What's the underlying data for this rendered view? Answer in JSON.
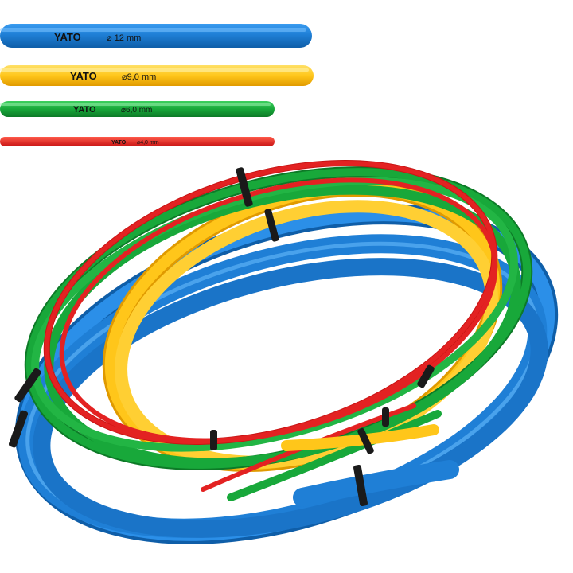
{
  "product": {
    "brand": "YATO",
    "colors": {
      "blue": "#1f7fd6",
      "yellow": "#ffc61a",
      "green": "#18a83a",
      "red": "#e32222"
    },
    "tubes": [
      {
        "color": "blue",
        "brand": "YATO",
        "size": "⌀ 12 mm"
      },
      {
        "color": "yellow",
        "brand": "YATO",
        "size": "⌀9,0 mm"
      },
      {
        "color": "green",
        "brand": "YATO",
        "size": "⌀6,0 mm"
      },
      {
        "color": "red",
        "brand": "YATO",
        "size": "⌀4,0 mm"
      }
    ]
  }
}
